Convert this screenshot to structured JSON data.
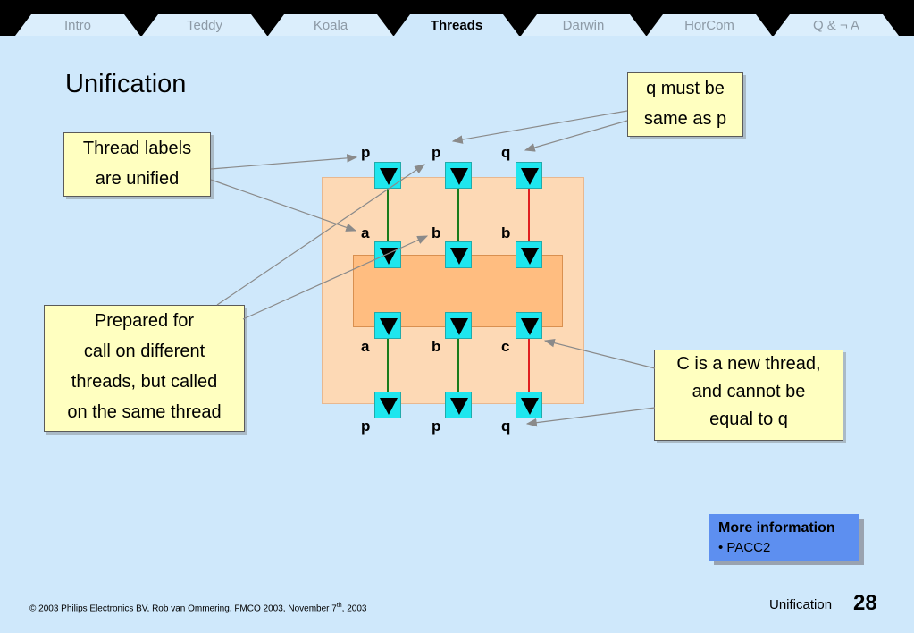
{
  "tabs": [
    {
      "label": "Intro",
      "active": false
    },
    {
      "label": "Teddy",
      "active": false
    },
    {
      "label": "Koala",
      "active": false
    },
    {
      "label": "Threads",
      "active": true
    },
    {
      "label": "Darwin",
      "active": false
    },
    {
      "label": "HorCom",
      "active": false
    },
    {
      "label": "Q & ¬ A",
      "active": false
    }
  ],
  "title": "Unification",
  "notes": {
    "thread_labels": [
      "Thread labels",
      "are unified"
    ],
    "q_must_be": [
      "q must be",
      "same as p"
    ],
    "prepared_for": [
      "Prepared for",
      "call on different",
      "threads, but called",
      "on the same thread"
    ],
    "c_new_thread": [
      "C is a new thread,",
      "and cannot be",
      "equal to q"
    ]
  },
  "diagram": {
    "columns": [
      {
        "top": "p",
        "mid_top": "a",
        "mid_bottom": "a",
        "bottom": "p",
        "line_color": "#1a7a1a"
      },
      {
        "top": "p",
        "mid_top": "b",
        "mid_bottom": "b",
        "bottom": "p",
        "line_color": "#1a7a1a"
      },
      {
        "top": "q",
        "mid_top": "b",
        "mid_bottom": "c",
        "bottom": "q",
        "line_color": "#e02020"
      }
    ],
    "outer_box_color": "#fdd9b5",
    "inner_box_color": "#ffbd80",
    "triangle_color": "#1ee6ee"
  },
  "info": {
    "heading": "More information",
    "item": "• PACC2"
  },
  "footer": {
    "copyright": "© 2003 Philips Electronics BV, Rob van Ommering, FMCO 2003, November 7",
    "sup": "th",
    "suffix": ", 2003",
    "title": "Unification",
    "page": "28"
  }
}
